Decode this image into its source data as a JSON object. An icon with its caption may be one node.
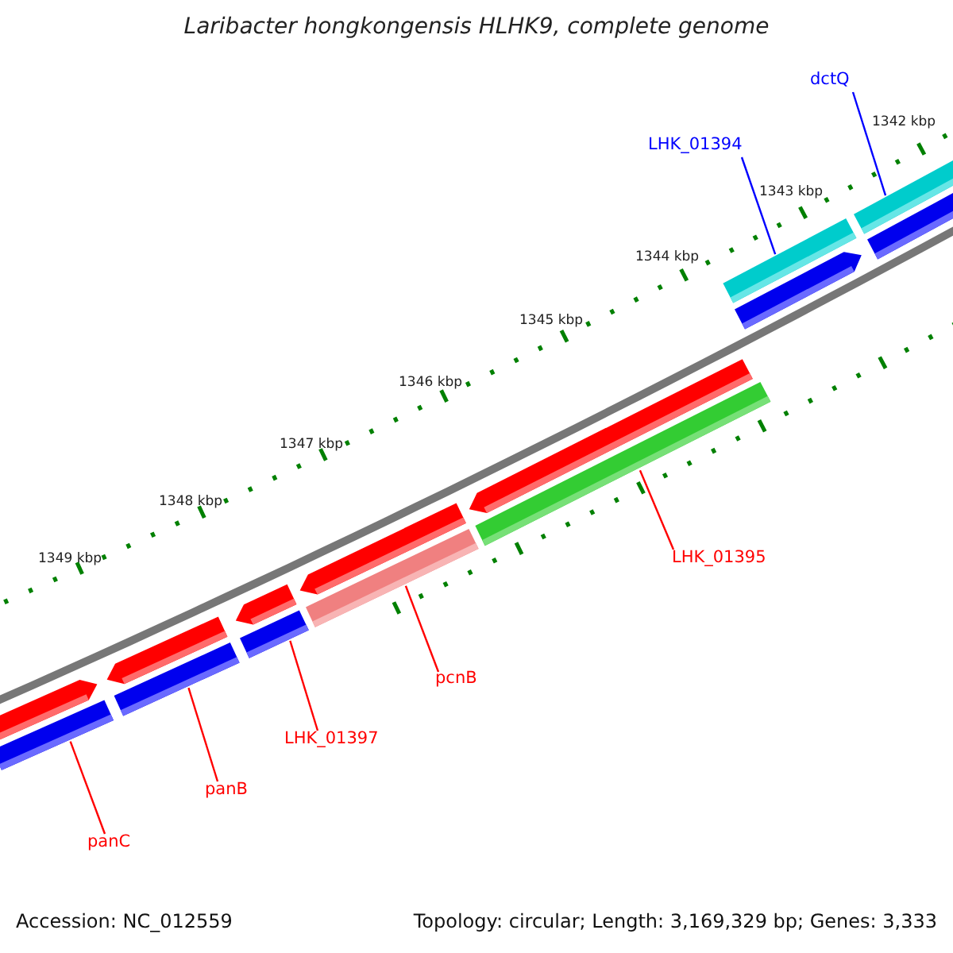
{
  "diagram": {
    "title": "Laribacter hongkongensis HLHK9, complete genome",
    "nodes": [
      {
        "text": [
          "dctQ"
        ]
      },
      {
        "text": [
          "LHK_01394"
        ]
      },
      {
        "text": [
          "LHK_01395"
        ]
      },
      {
        "text": [
          "pcnB"
        ]
      },
      {
        "text": [
          "LHK_01397"
        ]
      },
      {
        "text": [
          "panB"
        ]
      },
      {
        "text": [
          "panC"
        ]
      },
      {
        "text": [],
        "shape": "bar"
      },
      {
        "text": [],
        "shape": "bar"
      },
      {
        "text": [],
        "shape": "bar"
      },
      {
        "text": [],
        "shape": "bar"
      },
      {
        "text": [],
        "shape": "bar"
      },
      {
        "text": [],
        "shape": "bar"
      },
      {
        "text": [],
        "shape": "bar"
      },
      {
        "text": [],
        "shape": "bar"
      },
      {
        "text": [],
        "shape": "bar"
      },
      {
        "text": [],
        "shape": "bar"
      },
      {
        "text": [],
        "shape": "bar"
      },
      {
        "text": [],
        "shape": "bar"
      },
      {
        "text": [],
        "shape": "bar"
      },
      {
        "text": [],
        "shape": "bar"
      }
    ],
    "edges": [
      {
        "from": 0,
        "to": 7,
        "arrow": "none",
        "color": "#0000ff"
      },
      {
        "from": 1,
        "to": 8,
        "arrow": "none",
        "color": "#0000ff"
      },
      {
        "from": 2,
        "to": 12,
        "arrow": "none"
      },
      {
        "from": 3,
        "to": 14,
        "arrow": "none"
      },
      {
        "from": 4,
        "to": 16,
        "arrow": "none"
      },
      {
        "from": 5,
        "to": 18,
        "arrow": "none"
      },
      {
        "from": 6,
        "to": 20,
        "arrow": "none"
      }
    ],
    "labels": [
      "1342 kbp",
      "1343 kbp",
      "1344 kbp",
      "1345 kbp",
      "1346 kbp",
      "1347 kbp",
      "1348 kbp",
      "1349 kbp",
      "Accession: NC_012559",
      "Topology: circular; Length: 3,169,329 bp; Genes: 3,333"
    ]
  }
}
